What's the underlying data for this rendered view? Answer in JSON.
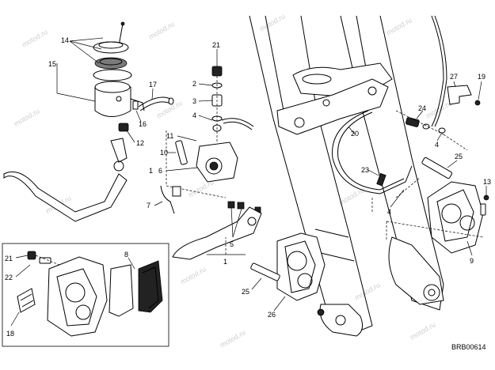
{
  "diagram_code": "BRB00614",
  "watermark": "motod.ru",
  "callouts": {
    "c14": "14",
    "c15": "15",
    "c17": "17",
    "c16": "16",
    "c12": "12",
    "c21": "21",
    "c2": "2",
    "c3": "3",
    "c4a": "4",
    "c11": "11",
    "c10": "10",
    "c1a": "1",
    "c6": "6",
    "c7": "7",
    "c5": "5",
    "c1b": "1",
    "c20": "20",
    "c27": "27",
    "c19": "19",
    "c24": "24",
    "c4b": "4",
    "c25a": "25",
    "c23": "23",
    "c4c": "4",
    "c13": "13",
    "c9": "9",
    "c25b": "25",
    "c26": "26",
    "c21b": "21",
    "c22": "22",
    "c8": "8",
    "c18": "18"
  }
}
